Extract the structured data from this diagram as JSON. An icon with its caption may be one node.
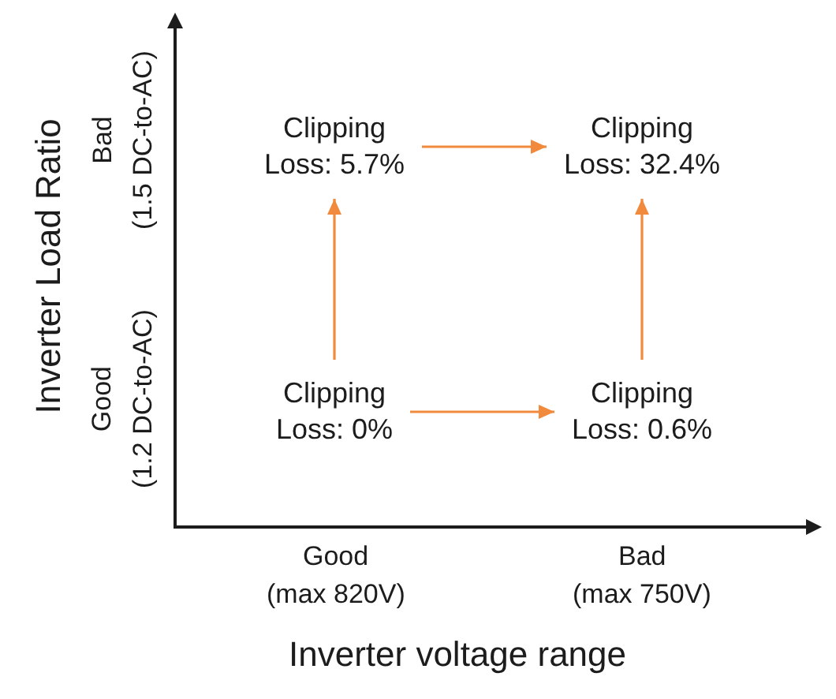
{
  "diagram": {
    "nodes": [
      {
        "text": [
          "Clipping Loss: 5.7%"
        ]
      },
      {
        "text": [
          "Clipping Loss: 32.4%"
        ]
      },
      {
        "text": [
          "Clipping Loss: 0%"
        ]
      },
      {
        "text": [
          "Clipping Loss: 0.6%"
        ]
      }
    ],
    "edges": [
      {
        "from": 0,
        "to": 1,
        "arrow": "to"
      },
      {
        "from": 2,
        "to": 0,
        "arrow": "to"
      },
      {
        "from": 2,
        "to": 3,
        "arrow": "to"
      },
      {
        "from": 3,
        "to": 1,
        "arrow": "to"
      }
    ],
    "labels": [
      "Inverter Load Ratio",
      "Bad",
      "(1.5 DC-to-AC)",
      "Good",
      "(1.2 DC-to-AC)",
      "Good",
      "(max 820V)",
      "Bad",
      "(max 750V)",
      "Inverter voltage range"
    ]
  }
}
